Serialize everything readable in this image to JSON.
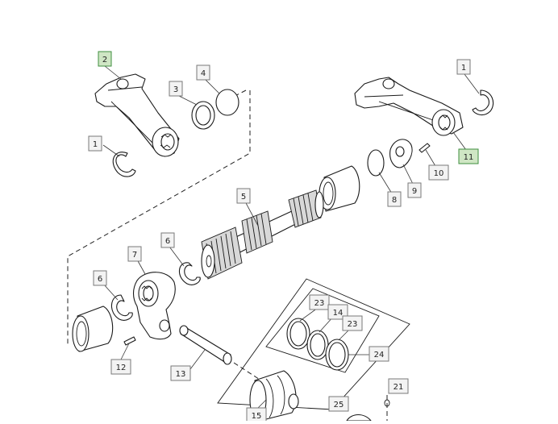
{
  "callouts": [
    {
      "id": "c2-left",
      "label": "2",
      "highlighted": true
    },
    {
      "id": "c3",
      "label": "3",
      "highlighted": false
    },
    {
      "id": "c4",
      "label": "4",
      "highlighted": false
    },
    {
      "id": "c1-left",
      "label": "1",
      "highlighted": false
    },
    {
      "id": "c1-right",
      "label": "1",
      "highlighted": false
    },
    {
      "id": "c11",
      "label": "11",
      "highlighted": true
    },
    {
      "id": "c10",
      "label": "10",
      "highlighted": false
    },
    {
      "id": "c9",
      "label": "9",
      "highlighted": false
    },
    {
      "id": "c8",
      "label": "8",
      "highlighted": false
    },
    {
      "id": "c5",
      "label": "5",
      "highlighted": false
    },
    {
      "id": "c6-top",
      "label": "6",
      "highlighted": false
    },
    {
      "id": "c7",
      "label": "7",
      "highlighted": false
    },
    {
      "id": "c6-left",
      "label": "6",
      "highlighted": false
    },
    {
      "id": "c12",
      "label": "12",
      "highlighted": false
    },
    {
      "id": "c13",
      "label": "13",
      "highlighted": false
    },
    {
      "id": "c23-a",
      "label": "23",
      "highlighted": false
    },
    {
      "id": "c14",
      "label": "14",
      "highlighted": false
    },
    {
      "id": "c23-b",
      "label": "23",
      "highlighted": false
    },
    {
      "id": "c24",
      "label": "24",
      "highlighted": false
    },
    {
      "id": "c25",
      "label": "25",
      "highlighted": false
    },
    {
      "id": "c21",
      "label": "21",
      "highlighted": false
    },
    {
      "id": "c15",
      "label": "15",
      "highlighted": false
    }
  ],
  "colors": {
    "callout_fill": "#f3f3f3",
    "callout_border": "#7a7a7a",
    "highlight_fill": "#cfe6c4",
    "highlight_border": "#3f8f3f",
    "line": "#1a1a1a"
  }
}
